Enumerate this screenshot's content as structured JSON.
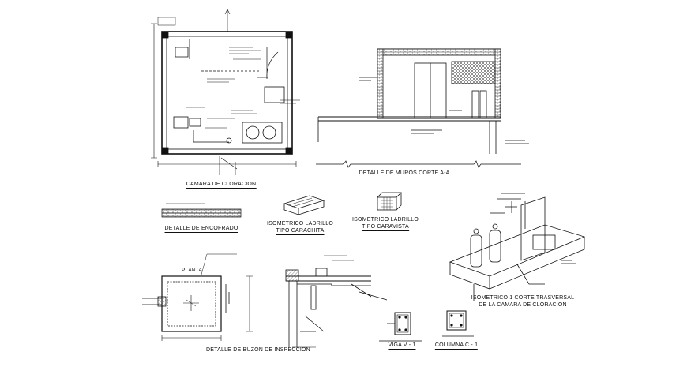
{
  "colors": {
    "ink": "#111111",
    "background": "#ffffff",
    "hatch": "#555555"
  },
  "titles": {
    "camara": "CAMARA DE CLORACION",
    "muros": "DETALLE DE MUROS CORTE A-A",
    "encofrado": "DETALLE DE ENCOFRADO",
    "isometrico_ladrillo_1": "ISOMETRICO LADRILLO",
    "isometrico_ladrillo_1b": "TIPO CARACHITA",
    "isometrico_ladrillo_2": "ISOMETRICO LADRILLO",
    "isometrico_ladrillo_2b": "TIPO CARAVISTA",
    "isometrico_corte_1": "ISOMETRICO 1 CORTE TRASVERSAL",
    "isometrico_corte_2": "DE LA CAMARA DE CLORACION",
    "buzon": "DETALLE DE BUZON DE INSPECCION",
    "planta": "PLANTA",
    "viga": "VIGA V - 1",
    "columna": "COLUMNA C - 1"
  }
}
